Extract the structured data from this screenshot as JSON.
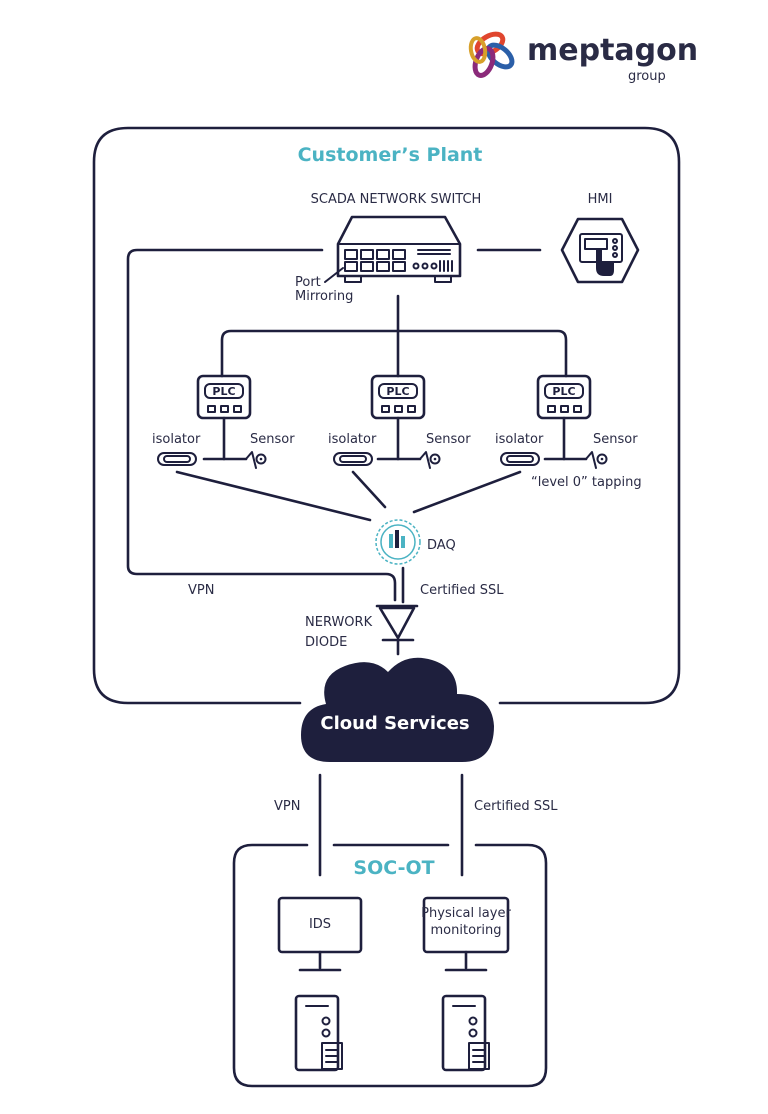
{
  "logo": {
    "name": "meptagon",
    "sub": "group"
  },
  "plant": {
    "title": "Customer’s Plant"
  },
  "switch": {
    "label": "SCADA NETWORK SWITCH",
    "port_line1": "Port",
    "port_line2": "Mirroring"
  },
  "hmi": {
    "label": "HMI"
  },
  "plc": {
    "label": "PLC"
  },
  "field": {
    "isolator": "isolator",
    "sensor": "Sensor",
    "tapping": "“level 0” tapping"
  },
  "daq": {
    "label": "DAQ"
  },
  "links": {
    "vpn": "VPN",
    "ssl": "Certified SSL"
  },
  "diode": {
    "line1": "NERWORK",
    "line2": "DIODE"
  },
  "cloud": {
    "label": "Cloud Services"
  },
  "soc": {
    "title": "SOC-OT",
    "ids": "IDS",
    "phys_line1": "Physical layer",
    "phys_line2": "monitoring"
  },
  "colors": {
    "navy": "#1e1f3d",
    "teal": "#4bb3c3"
  }
}
